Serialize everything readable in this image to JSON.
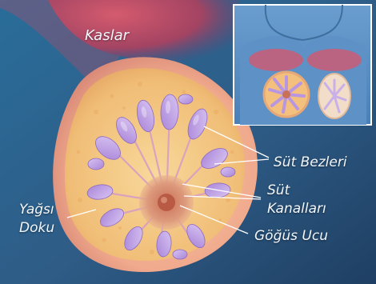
{
  "labels": {
    "muscles": "Kaslar",
    "milk_glands": "Süt Bezleri",
    "milk_ducts_line1": "Süt",
    "milk_ducts_line2": "Kanalları",
    "nipple": "Göğüs Ucu",
    "fat_line1": "Yağsı",
    "fat_line2": "Doku"
  },
  "colors": {
    "background": "#2f5f8a",
    "muscle": "#d64a5a",
    "fat": "#f2c27a",
    "gland": "#b89ae0",
    "areola": "#d98968",
    "skin": "#f4b79a",
    "label_text": "#f3f7fb",
    "leader_line": "#ffffff"
  }
}
